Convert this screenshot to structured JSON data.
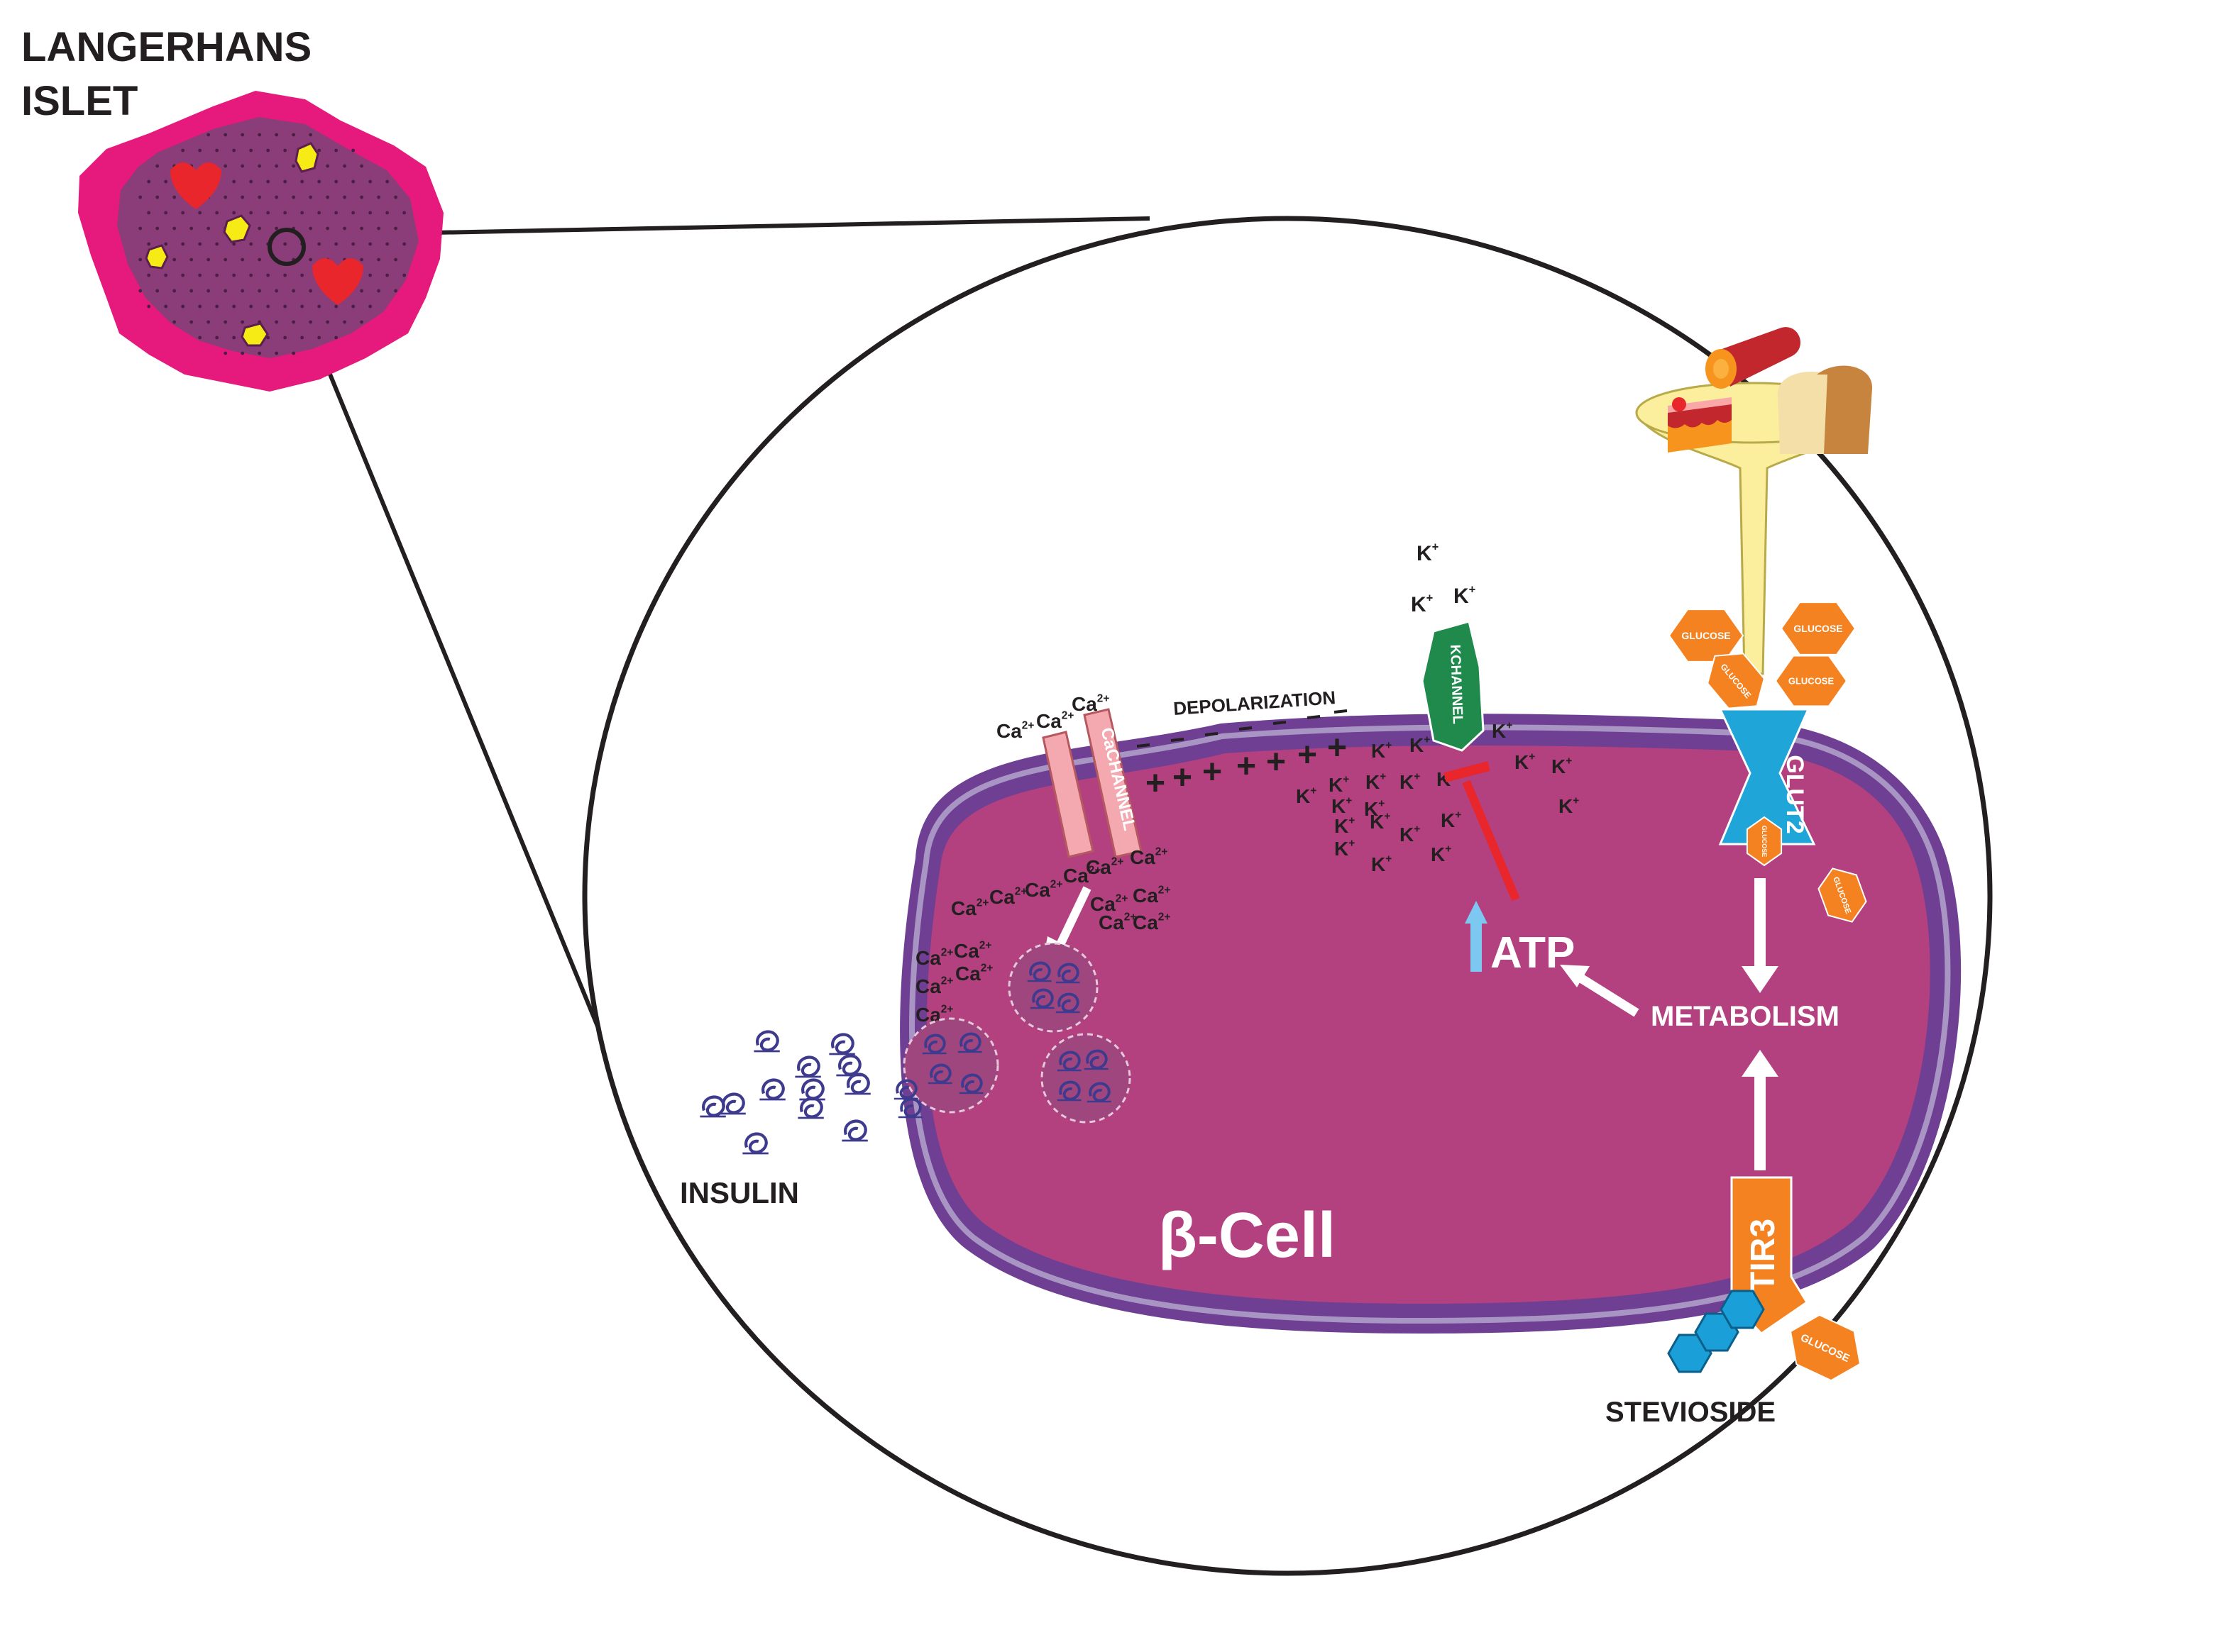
{
  "islet": {
    "title_line1": "LANGERHANS",
    "title_line2": "ISLET"
  },
  "cell": {
    "name": "β-Cell",
    "depolarization": "DEPOLARIZATION",
    "atp": "ATP",
    "metabolism": "METABOLISM",
    "insulin": "INSULIN",
    "stevioside": "STEVIOSIDE"
  },
  "channels": {
    "calcium": "CaCHANNEL",
    "potassium": "KCHANNEL",
    "glut2": "GLUT2",
    "tir3": "TIR3"
  },
  "molecules": {
    "glucose": "GLUCOSE",
    "calcium_base": "Ca",
    "calcium_charge": "2+",
    "potassium_base": "K",
    "potassium_charge": "+",
    "plus_sign": "+",
    "minus_sign": "-"
  },
  "colors": {
    "islet_pink": "#e6197d",
    "islet_purple": "#8a3d78",
    "cell_body": "#b3407f",
    "cell_membrane": "#6e3f93",
    "ca_channel": "#f4a9b0",
    "k_channel": "#1f8a4c",
    "glut2": "#1fa5d8",
    "tir3": "#f58220",
    "glucose": "#f58220",
    "funnel": "#fbef9e",
    "inhibit": "#e8262b",
    "atp_arrow": "#7cc8f0",
    "stevioside": "#1b9fd9"
  }
}
